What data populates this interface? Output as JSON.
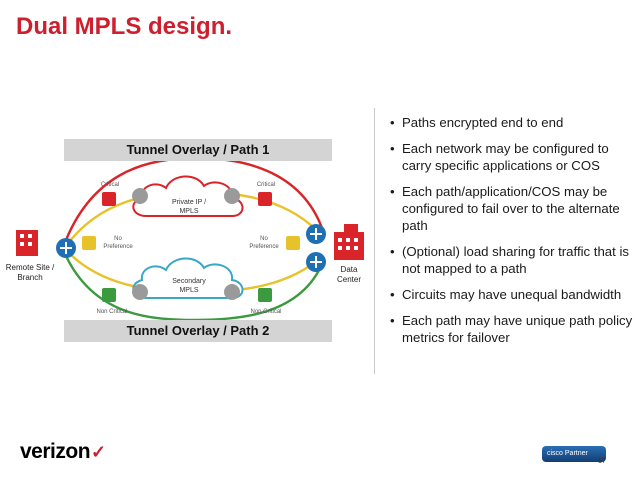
{
  "title": "Dual MPLS design.",
  "diagram": {
    "tunnel_top": "Tunnel Overlay / Path 1",
    "tunnel_bottom": "Tunnel Overlay / Path 2",
    "cloud_top": [
      "Private IP /",
      "MPLS"
    ],
    "cloud_bottom": [
      "Secondary",
      "MPLS"
    ],
    "remote_site": [
      "Remote Site /",
      "Branch"
    ],
    "data_center": [
      "Data",
      "Center"
    ],
    "critical": "Critical",
    "no_preference": [
      "No",
      "Preference"
    ],
    "non_critical": "Non Critical",
    "colors": {
      "critical": "#d9252a",
      "no_preference": "#e8c22a",
      "non_critical": "#3a9a3e"
    }
  },
  "bullets": [
    "Paths encrypted end to end",
    "Each network may be configured to carry specific applications or COS",
    "Each path/application/COS may be configured to fail over to the alternate path",
    "(Optional) load sharing for traffic that is not mapped to a path",
    "Circuits may have unequal bandwidth",
    "Each path may have unique path policy metrics for failover"
  ],
  "footer": {
    "brand": "verizon",
    "brand_mark": "✓",
    "badge": "cisco Partner",
    "page_number": "17"
  }
}
